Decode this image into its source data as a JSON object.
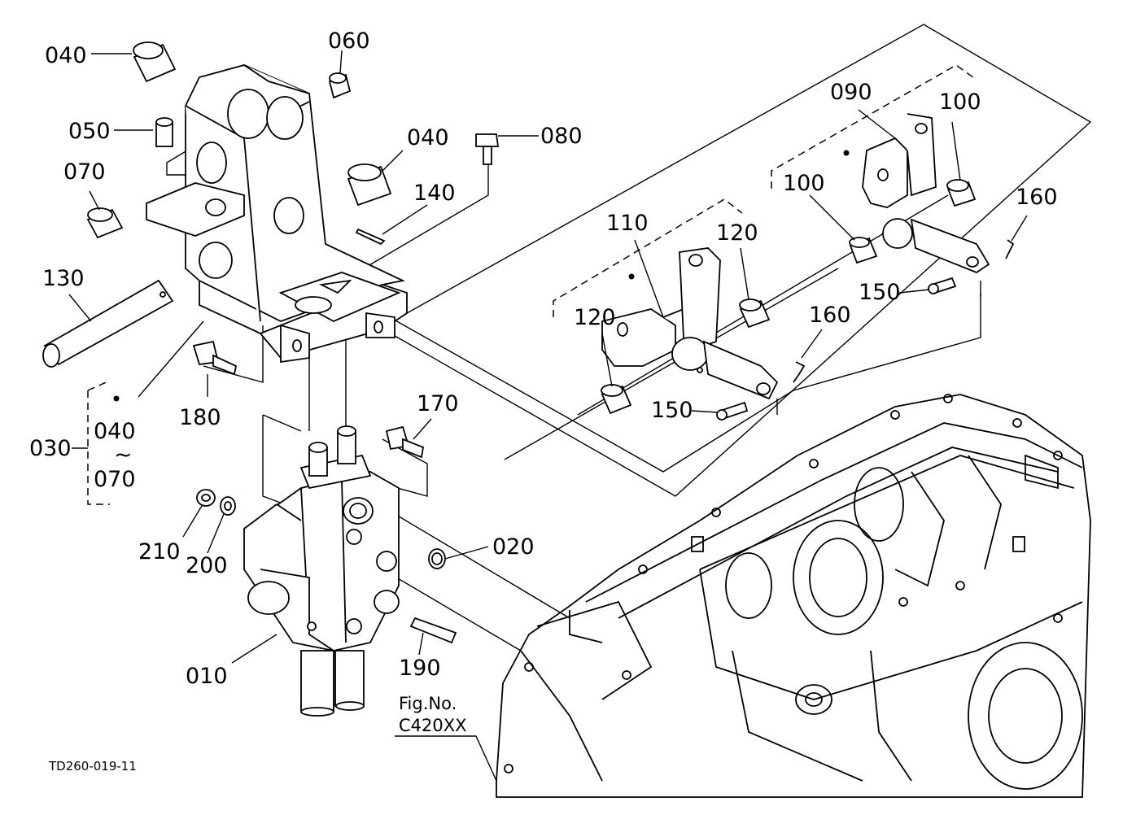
{
  "diagram": {
    "ref_code": "TD260-019-11",
    "fig_ref": {
      "line1": "Fig.No.",
      "line2": "C420XX"
    },
    "labels": {
      "p040a": "040",
      "p060": "060",
      "p050": "050",
      "p040b": "040",
      "p080": "080",
      "p070": "070",
      "p140": "140",
      "p090": "090",
      "p100a": "100",
      "p100b": "100",
      "p160a": "160",
      "p110": "110",
      "p120a": "120",
      "p120b": "120",
      "p130": "130",
      "p150a": "150",
      "p160b": "160",
      "p150b": "150",
      "p180": "180",
      "p170": "170",
      "p030": "030",
      "range_from": "040",
      "range_tilde": "~",
      "range_to": "070",
      "p210": "210",
      "p200": "200",
      "p020": "020",
      "p190": "190",
      "p010": "010"
    }
  }
}
